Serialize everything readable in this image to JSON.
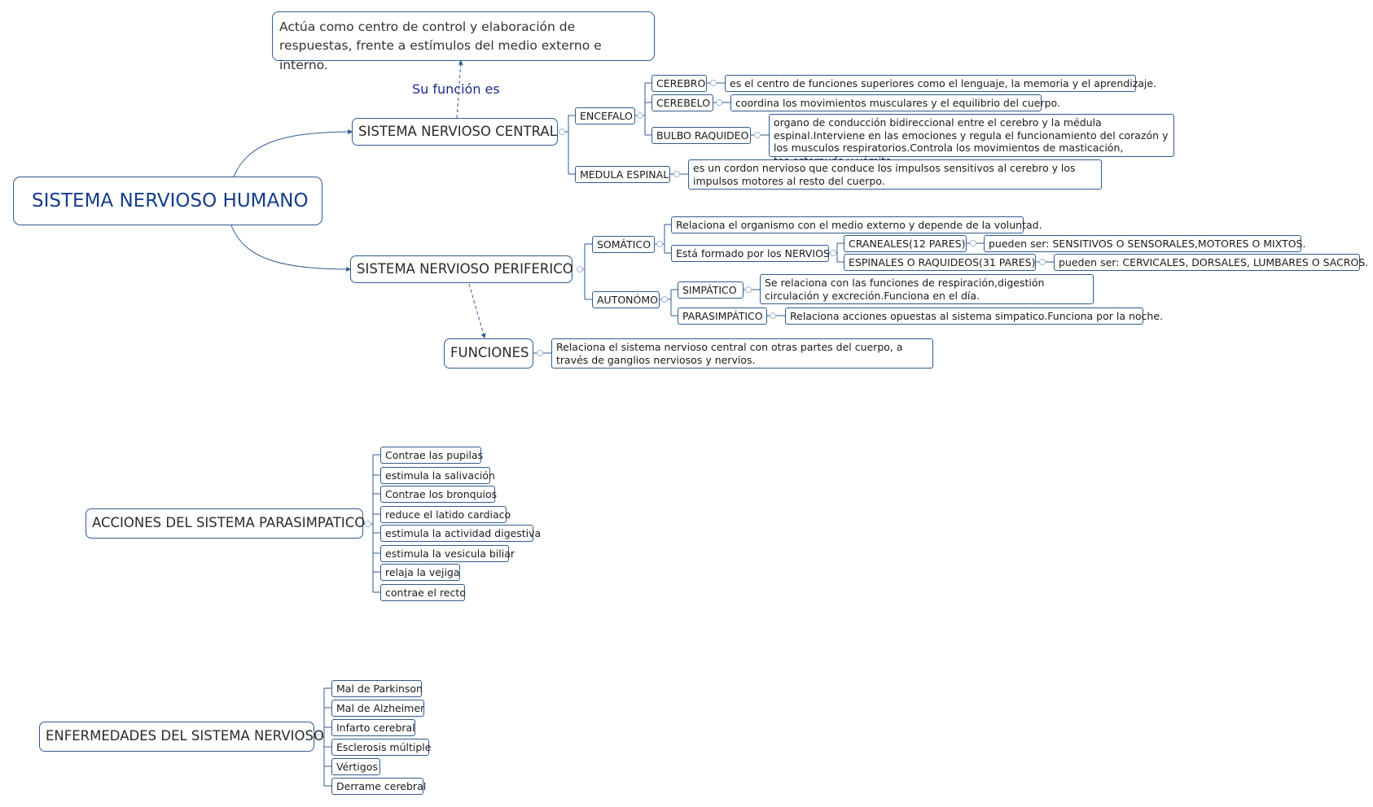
{
  "root": "SISTEMA NERVIOSO HUMANO",
  "central": {
    "label": "SISTEMA NERVIOSO CENTRAL",
    "relation_label": "Su función es",
    "function": "Actúa como centro de control y elaboración de respuestas, frente a estímulos del medio externo e interno.",
    "encefalo": "ENCEFALO",
    "cerebro": "CEREBRO",
    "cerebro_desc": "es el centro de funciones superiores como el lenguaje, la memoria y el aprendizaje.",
    "cerebelo": "CEREBELO",
    "cerebelo_desc": "coordina los movimientos musculares y el equilibrio del cuerpo.",
    "bulbo": "BULBO RAQUIDEO",
    "bulbo_desc": "organo de conducción bidireccional entre el cerebro y la médula espinal.Interviene en las emociones y regula el funcionamiento del corazón y los musculos respiratorios.Controla los movimientos de masticación, tos,estornudo y vómito.",
    "medula": "MEDULA ESPINAL",
    "medula_desc": "es un cordon nervioso que conduce los impulsos sensitivos al cerebro y los impulsos motores al resto del cuerpo."
  },
  "peripheral": {
    "label": "SISTEMA NERVIOSO PERIFERICO",
    "somatico": "SOMÁTICO",
    "somatico_desc": "Relaciona el organismo con el medio externo y depende de la voluntad.",
    "nervios": "Está formado por los NERVIOS",
    "craneales": "CRANEALES(12 PARES)",
    "craneales_desc": "pueden ser: SENSITIVOS O SENSORALES,MOTORES O MIXTOS.",
    "espinales": "ESPINALES O RAQUIDEOS(31 PARES)",
    "espinales_desc": "pueden ser: CERVICALES, DORSALES, LUMBARES O SACROS.",
    "autonomo": "AUTONÓMO",
    "simpatico": "SIMPÁTICO",
    "simpatico_desc": "Se relaciona con las funciones de respiración,digestión circulación y excreción.Funciona  en el día.",
    "parasimpatico": "PARASIMPÁTICO",
    "parasimpatico_desc": "Relaciona acciones opuestas al sistema simpatico.Funciona por la noche."
  },
  "funciones": {
    "label": "FUNCIONES",
    "desc": "Relaciona el sistema nervioso central con otras partes del cuerpo, a través de ganglios nerviosos y nervios."
  },
  "acciones": {
    "label": "ACCIONES DEL SISTEMA PARASIMPATICO",
    "items": [
      "Contrae las pupilas",
      "estimula la salivación",
      "Contrae los bronquios",
      "reduce el latido cardiaco",
      "estimula la actividad digestiva",
      "estimula la vesicula biliar",
      "relaja la vejiga",
      "contrae el recto"
    ]
  },
  "enfermedades": {
    "label": "ENFERMEDADES DEL SISTEMA NERVIOSO",
    "items": [
      "Mal de Parkinson",
      "Mal de Alzheimer",
      "Infarto cerebral",
      "Esclerosis múltiple",
      "Vértigos",
      "Derrame cerebral"
    ]
  },
  "colors": {
    "line": "#2f5b90",
    "connector_dot": "#9fb8d8",
    "root_text": "#143c8c",
    "relation_text": "#1c2c8c"
  }
}
